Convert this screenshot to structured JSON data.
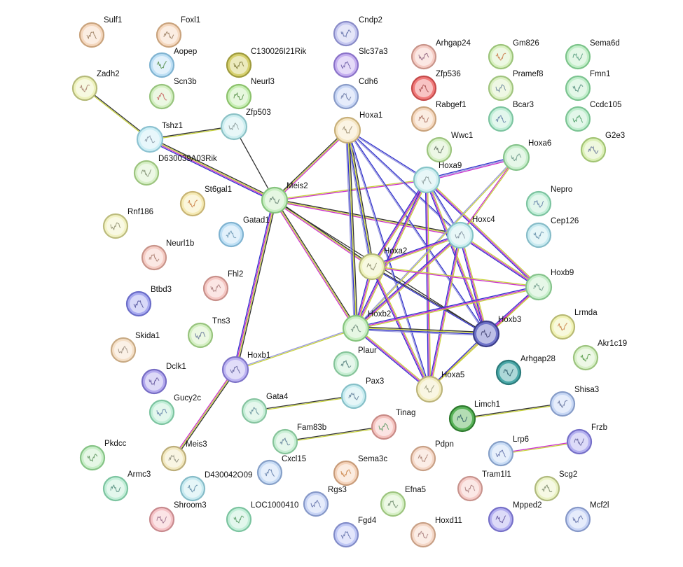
{
  "nodes": [
    {
      "id": "Sulf1",
      "label": "Sulf1",
      "fill": "#f5d8bf",
      "stroke": "#c9a37d",
      "glyph": "#8a6a4a"
    },
    {
      "id": "Foxl1",
      "label": "Foxl1",
      "fill": "#f5d8bf",
      "stroke": "#c9a37d",
      "glyph": "#8a6a4a"
    },
    {
      "id": "Aopep",
      "label": "Aopep",
      "fill": "#bfe0f5",
      "stroke": "#7fb3d1",
      "glyph": "#3a7a2a"
    },
    {
      "id": "C130026I21Rik",
      "label": "C130026I21Rik",
      "fill": "#d6d06e",
      "stroke": "#9e9a3c",
      "glyph": "#6a6420"
    },
    {
      "id": "Scn3b",
      "label": "Scn3b",
      "fill": "#d4efc2",
      "stroke": "#98c47e",
      "glyph": "#c24a4a"
    },
    {
      "id": "Neurl3",
      "label": "Neurl3",
      "fill": "#c7eeb4",
      "stroke": "#8cc26c",
      "glyph": "#3a7a2a"
    },
    {
      "id": "Zadh2",
      "label": "Zadh2",
      "fill": "#eef2bd",
      "stroke": "#b5ba7a",
      "glyph": "#9a6a5a"
    },
    {
      "id": "Zfp503",
      "label": "Zfp503",
      "fill": "#cdeef0",
      "stroke": "#8cc2c6",
      "glyph": "#7a8a8a"
    },
    {
      "id": "Tshz1",
      "label": "Tshz1",
      "fill": "#cdeef5",
      "stroke": "#8cc2d1",
      "glyph": "#7a8a9a"
    },
    {
      "id": "D630039A03Rik",
      "label": "D630039A03Rik",
      "fill": "#d8f0c8",
      "stroke": "#9cc47e",
      "glyph": "#6a7a5a"
    },
    {
      "id": "Cndp2",
      "label": "Cndp2",
      "fill": "#c6c8f0",
      "stroke": "#8a8cc8",
      "glyph": "#4a5a9a"
    },
    {
      "id": "Slc37a3",
      "label": "Slc37a3",
      "fill": "#c6b0f0",
      "stroke": "#8a72c8",
      "glyph": "#5a4a9a"
    },
    {
      "id": "Cdh6",
      "label": "Cdh6",
      "fill": "#c8d6f5",
      "stroke": "#8a9cc8",
      "glyph": "#5a6a9a"
    },
    {
      "id": "Hoxa1",
      "label": "Hoxa1",
      "fill": "#f5e6c4",
      "stroke": "#c8b07a",
      "glyph": "#8a7a5a"
    },
    {
      "id": "Arhgap24",
      "label": "Arhgap24",
      "fill": "#f5ccc4",
      "stroke": "#c8948a",
      "glyph": "#7a4a6a"
    },
    {
      "id": "Zfp536",
      "label": "Zfp536",
      "fill": "#f07a7a",
      "stroke": "#c44a4a",
      "glyph": "#9a3a3a"
    },
    {
      "id": "Rabgef1",
      "label": "Rabgef1",
      "fill": "#f5d8bf",
      "stroke": "#c9a37d",
      "glyph": "#9a5a4a"
    },
    {
      "id": "Gm826",
      "label": "Gm826",
      "fill": "#d8f0c0",
      "stroke": "#9cc47a",
      "glyph": "#c2602a"
    },
    {
      "id": "Pramef8",
      "label": "Pramef8",
      "fill": "#dcf0c4",
      "stroke": "#a0c47e",
      "glyph": "#4a6a8a"
    },
    {
      "id": "Bcar3",
      "label": "Bcar3",
      "fill": "#c2eed8",
      "stroke": "#7cc4a0",
      "glyph": "#4a6a9a"
    },
    {
      "id": "Sema6d",
      "label": "Sema6d",
      "fill": "#c2eec8",
      "stroke": "#7cc48a",
      "glyph": "#3a8a6a"
    },
    {
      "id": "Fmn1",
      "label": "Fmn1",
      "fill": "#c2eecc",
      "stroke": "#7cc490",
      "glyph": "#3a7a6a"
    },
    {
      "id": "Ccdc105",
      "label": "Ccdc105",
      "fill": "#c2eed0",
      "stroke": "#7cc494",
      "glyph": "#2a8a4a"
    },
    {
      "id": "G2e3",
      "label": "G2e3",
      "fill": "#dcf0b8",
      "stroke": "#a2c474",
      "glyph": "#4a5a8a"
    },
    {
      "id": "Wwc1",
      "label": "Wwc1",
      "fill": "#d8f0c8",
      "stroke": "#9cc47e",
      "glyph": "#4a5a4a"
    },
    {
      "id": "Hoxa6",
      "label": "Hoxa6",
      "fill": "#c8eecc",
      "stroke": "#86c48c",
      "glyph": "#5a8a7a"
    },
    {
      "id": "Hoxa9",
      "label": "Hoxa9",
      "fill": "#cdeef0",
      "stroke": "#86c4c8",
      "glyph": "#7a8a8a"
    },
    {
      "id": "Meis2",
      "label": "Meis2",
      "fill": "#c8eec2",
      "stroke": "#86c47e",
      "glyph": "#4a6a5a"
    },
    {
      "id": "St6gal1",
      "label": "St6gal1",
      "fill": "#f5eab4",
      "stroke": "#c8b474",
      "glyph": "#c26a2a"
    },
    {
      "id": "Rnf186",
      "label": "Rnf186",
      "fill": "#f2f2c4",
      "stroke": "#bcbc7e",
      "glyph": "#7a7a5a"
    },
    {
      "id": "Gatad1",
      "label": "Gatad1",
      "fill": "#bfe0f5",
      "stroke": "#7fb3d1",
      "glyph": "#5a8aaa"
    },
    {
      "id": "Nepro",
      "label": "Nepro",
      "fill": "#c2eed8",
      "stroke": "#7cc4a0",
      "glyph": "#4a6a9a"
    },
    {
      "id": "Cep126",
      "label": "Cep126",
      "fill": "#c8eaf0",
      "stroke": "#86bcc8",
      "glyph": "#4a7a9a"
    },
    {
      "id": "Hoxc4",
      "label": "Hoxc4",
      "fill": "#cdeef0",
      "stroke": "#86c4c8",
      "glyph": "#6a7a8a"
    },
    {
      "id": "Neurl1b",
      "label": "Neurl1b",
      "fill": "#f5ccc4",
      "stroke": "#c8948a",
      "glyph": "#9a6a5a"
    },
    {
      "id": "Hoxa2",
      "label": "Hoxa2",
      "fill": "#eef2bd",
      "stroke": "#b5ba7a",
      "glyph": "#7a7a5a"
    },
    {
      "id": "Fhl2",
      "label": "Fhl2",
      "fill": "#f5c8c4",
      "stroke": "#c8908a",
      "glyph": "#9a6a6a"
    },
    {
      "id": "Btbd3",
      "label": "Btbd3",
      "fill": "#a8aaf0",
      "stroke": "#6a6cc8",
      "glyph": "#3a3a8a"
    },
    {
      "id": "Hoxb9",
      "label": "Hoxb9",
      "fill": "#c8eecc",
      "stroke": "#86c48c",
      "glyph": "#5a8a7a"
    },
    {
      "id": "Lrmda",
      "label": "Lrmda",
      "fill": "#f0f2b4",
      "stroke": "#b8ba74",
      "glyph": "#c26a2a"
    },
    {
      "id": "Tns3",
      "label": "Tns3",
      "fill": "#d4efc2",
      "stroke": "#98c47e",
      "glyph": "#4a5a8a"
    },
    {
      "id": "Hoxb2",
      "label": "Hoxb2",
      "fill": "#c8eec2",
      "stroke": "#86c47e",
      "glyph": "#5a7a6a"
    },
    {
      "id": "Hoxb3",
      "label": "Hoxb3",
      "fill": "#6e72c8",
      "stroke": "#3c3e8a",
      "glyph": "#2a2a5a"
    },
    {
      "id": "Akr1c19",
      "label": "Akr1c19",
      "fill": "#d8f0c8",
      "stroke": "#9cc47e",
      "glyph": "#3a8a2a"
    },
    {
      "id": "Skida1",
      "label": "Skida1",
      "fill": "#f5e0c8",
      "stroke": "#c8aa84",
      "glyph": "#8a7a6a"
    },
    {
      "id": "Plaur",
      "label": "Plaur",
      "fill": "#c8eed4",
      "stroke": "#86c49a",
      "glyph": "#3a6a6a"
    },
    {
      "id": "Arhgap28",
      "label": "Arhgap28",
      "fill": "#4aa8a8",
      "stroke": "#2a7a7a",
      "glyph": "#1a4a5a"
    },
    {
      "id": "Dclk1",
      "label": "Dclk1",
      "fill": "#b4aaee",
      "stroke": "#766cc4",
      "glyph": "#4a3a8a"
    },
    {
      "id": "Hoxb1",
      "label": "Hoxb1",
      "fill": "#bdb4f2",
      "stroke": "#7e74c8",
      "glyph": "#4a4a8a"
    },
    {
      "id": "Pax3",
      "label": "Pax3",
      "fill": "#c8ecf0",
      "stroke": "#86c0c8",
      "glyph": "#4a6a8a"
    },
    {
      "id": "Hoxa5",
      "label": "Hoxa5",
      "fill": "#f2ecc0",
      "stroke": "#bcb47a",
      "glyph": "#8a8a6a"
    },
    {
      "id": "Gucy2c",
      "label": "Gucy2c",
      "fill": "#c2eed8",
      "stroke": "#7cc4a0",
      "glyph": "#4a6a9a"
    },
    {
      "id": "Gata4",
      "label": "Gata4",
      "fill": "#c8eed8",
      "stroke": "#86c4a0",
      "glyph": "#4a7a8a"
    },
    {
      "id": "Limch1",
      "label": "Limch1",
      "fill": "#5ab45a",
      "stroke": "#2e7a2e",
      "glyph": "#1a4a5a"
    },
    {
      "id": "Shisa3",
      "label": "Shisa3",
      "fill": "#c8d8f5",
      "stroke": "#869cc8",
      "glyph": "#4a5a8a"
    },
    {
      "id": "Tinag",
      "label": "Tinag",
      "fill": "#f5c4c0",
      "stroke": "#c88a86",
      "glyph": "#3a8a4a"
    },
    {
      "id": "Fam83b",
      "label": "Fam83b",
      "fill": "#c8eed4",
      "stroke": "#86c49a",
      "glyph": "#4a6a8a"
    },
    {
      "id": "Frzb",
      "label": "Frzb",
      "fill": "#b4b0f0",
      "stroke": "#7670c8",
      "glyph": "#4a4a8a"
    },
    {
      "id": "Pkdcc",
      "label": "Pkdcc",
      "fill": "#c8eec8",
      "stroke": "#86c486",
      "glyph": "#3a7a3a"
    },
    {
      "id": "Lrp6",
      "label": "Lrp6",
      "fill": "#c8dcf5",
      "stroke": "#86a0c8",
      "glyph": "#4a5a9a"
    },
    {
      "id": "Meis3",
      "label": "Meis3",
      "fill": "#f2e8c0",
      "stroke": "#bcae7a",
      "glyph": "#7a7a6a"
    },
    {
      "id": "Pdpn",
      "label": "Pdpn",
      "fill": "#f5d8c8",
      "stroke": "#c8a086",
      "glyph": "#9a6a5a"
    },
    {
      "id": "Sema3c",
      "label": "Sema3c",
      "fill": "#f5d4bc",
      "stroke": "#c89c7a",
      "glyph": "#c2702a"
    },
    {
      "id": "Cxcl15",
      "label": "Cxcl15",
      "fill": "#c8dcf5",
      "stroke": "#86a0c8",
      "glyph": "#4a6a9a"
    },
    {
      "id": "Armc3",
      "label": "Armc3",
      "fill": "#c2eed8",
      "stroke": "#7cc4a0",
      "glyph": "#3a7a6a"
    },
    {
      "id": "D430042O09",
      "label": "D430042O09",
      "fill": "#c8eaf0",
      "stroke": "#86bcc8",
      "glyph": "#4a7a9a"
    },
    {
      "id": "Tram1l1",
      "label": "Tram1l1",
      "fill": "#f5ccc8",
      "stroke": "#c8948e",
      "glyph": "#9a6a6a"
    },
    {
      "id": "Scg2",
      "label": "Scg2",
      "fill": "#eaf2c4",
      "stroke": "#b0ba7e",
      "glyph": "#6a7a5a"
    },
    {
      "id": "Shroom3",
      "label": "Shroom3",
      "fill": "#f5c4c8",
      "stroke": "#c88a8e",
      "glyph": "#8a5a7a"
    },
    {
      "id": "LOC1000410",
      "label": "LOC1000410",
      "fill": "#c2eed8",
      "stroke": "#7cc4a0",
      "glyph": "#3a8a4a"
    },
    {
      "id": "Rgs3",
      "label": "Rgs3",
      "fill": "#c8d4f5",
      "stroke": "#8698c8",
      "glyph": "#4a5a9a"
    },
    {
      "id": "Efna5",
      "label": "Efna5",
      "fill": "#d8f0c8",
      "stroke": "#9cc47e",
      "glyph": "#5a7a5a"
    },
    {
      "id": "Mpped2",
      "label": "Mpped2",
      "fill": "#b4b0f0",
      "stroke": "#7670c8",
      "glyph": "#4a3a8a"
    },
    {
      "id": "Mcf2l",
      "label": "Mcf2l",
      "fill": "#c8d4f5",
      "stroke": "#8698c8",
      "glyph": "#4a5a9a"
    },
    {
      "id": "Fgd4",
      "label": "Fgd4",
      "fill": "#c0c8f5",
      "stroke": "#828cc8",
      "glyph": "#4a5a9a"
    },
    {
      "id": "Hoxd11",
      "label": "Hoxd11",
      "fill": "#f5d8c8",
      "stroke": "#c8a086",
      "glyph": "#9a6a6a"
    }
  ],
  "edges": [
    {
      "a": "Zadh2",
      "b": "Tshz1",
      "c": [
        "#333333",
        "#c8d23c"
      ]
    },
    {
      "a": "Tshz1",
      "b": "Zfp503",
      "c": [
        "#333333",
        "#c8d23c"
      ]
    },
    {
      "a": "Tshz1",
      "b": "Meis2",
      "c": [
        "#333333",
        "#c8d23c",
        "#cc33cc",
        "#3333cc"
      ]
    },
    {
      "a": "Zfp503",
      "b": "Meis2",
      "c": [
        "#333333"
      ]
    },
    {
      "a": "Meis2",
      "b": "Hoxa1",
      "c": [
        "#333333",
        "#c8d23c",
        "#cc33cc"
      ]
    },
    {
      "a": "Meis2",
      "b": "Hoxa9",
      "c": [
        "#c8d23c",
        "#cc33cc"
      ]
    },
    {
      "a": "Meis2",
      "b": "Hoxc4",
      "c": [
        "#333333",
        "#c8d23c",
        "#cc33cc"
      ]
    },
    {
      "a": "Meis2",
      "b": "Hoxa2",
      "c": [
        "#333333",
        "#c8d23c",
        "#cc33cc"
      ]
    },
    {
      "a": "Meis2",
      "b": "Hoxb2",
      "c": [
        "#333333",
        "#c8d23c",
        "#cc33cc"
      ]
    },
    {
      "a": "Meis2",
      "b": "Hoxb3",
      "c": [
        "#333333"
      ]
    },
    {
      "a": "Meis2",
      "b": "Hoxb1",
      "c": [
        "#333333",
        "#c8d23c",
        "#cc33cc",
        "#3333cc"
      ]
    },
    {
      "a": "Hoxa1",
      "b": "Hoxa9",
      "c": [
        "#3333cc",
        "#9999dd"
      ]
    },
    {
      "a": "Hoxa1",
      "b": "Hoxc4",
      "c": [
        "#3333cc",
        "#9999dd"
      ]
    },
    {
      "a": "Hoxa1",
      "b": "Hoxa2",
      "c": [
        "#333333",
        "#c8d23c",
        "#3333cc",
        "#9999dd"
      ]
    },
    {
      "a": "Hoxa1",
      "b": "Hoxb2",
      "c": [
        "#333333",
        "#c8d23c",
        "#3333cc",
        "#9999dd"
      ]
    },
    {
      "a": "Hoxa1",
      "b": "Hoxb3",
      "c": [
        "#3333cc",
        "#9999dd"
      ]
    },
    {
      "a": "Hoxa1",
      "b": "Hoxa5",
      "c": [
        "#3333cc",
        "#9999dd"
      ]
    },
    {
      "a": "Hoxa9",
      "b": "Hoxa6",
      "c": [
        "#3333cc",
        "#9999dd",
        "#cc33cc"
      ]
    },
    {
      "a": "Hoxa9",
      "b": "Hoxc4",
      "c": [
        "#3333cc",
        "#9999dd"
      ]
    },
    {
      "a": "Hoxa9",
      "b": "Hoxa2",
      "c": [
        "#c8d23c",
        "#cc33cc",
        "#3333cc"
      ]
    },
    {
      "a": "Hoxa9",
      "b": "Hoxb2",
      "c": [
        "#c8d23c",
        "#cc33cc",
        "#3333cc"
      ]
    },
    {
      "a": "Hoxa9",
      "b": "Hoxb3",
      "c": [
        "#c8d23c",
        "#cc33cc",
        "#3333cc"
      ]
    },
    {
      "a": "Hoxa9",
      "b": "Hoxb9",
      "c": [
        "#c8d23c",
        "#cc33cc",
        "#3333cc"
      ]
    },
    {
      "a": "Hoxa9",
      "b": "Hoxa5",
      "c": [
        "#c8d23c",
        "#cc33cc",
        "#3333cc"
      ]
    },
    {
      "a": "Hoxa6",
      "b": "Hoxc4",
      "c": [
        "#c8d23c",
        "#cc33cc"
      ]
    },
    {
      "a": "Hoxa6",
      "b": "Hoxb2",
      "c": [
        "#c8d23c",
        "#9999dd"
      ]
    },
    {
      "a": "Hoxc4",
      "b": "Hoxa2",
      "c": [
        "#c8d23c",
        "#cc33cc",
        "#3333cc"
      ]
    },
    {
      "a": "Hoxc4",
      "b": "Hoxb2",
      "c": [
        "#c8d23c",
        "#cc33cc",
        "#3333cc"
      ]
    },
    {
      "a": "Hoxc4",
      "b": "Hoxb9",
      "c": [
        "#c8d23c",
        "#cc33cc",
        "#3333cc"
      ]
    },
    {
      "a": "Hoxc4",
      "b": "Hoxb3",
      "c": [
        "#c8d23c",
        "#cc33cc",
        "#3333cc"
      ]
    },
    {
      "a": "Hoxc4",
      "b": "Hoxa5",
      "c": [
        "#c8d23c",
        "#cc33cc",
        "#3333cc"
      ]
    },
    {
      "a": "Hoxa2",
      "b": "Hoxb2",
      "c": [
        "#c8d23c",
        "#cc33cc",
        "#3333cc"
      ]
    },
    {
      "a": "Hoxa2",
      "b": "Hoxb3",
      "c": [
        "#333333",
        "#3333cc"
      ]
    },
    {
      "a": "Hoxa2",
      "b": "Hoxa5",
      "c": [
        "#c8d23c",
        "#cc33cc",
        "#3333cc"
      ]
    },
    {
      "a": "Hoxa2",
      "b": "Hoxb9",
      "c": [
        "#c8d23c",
        "#cc33cc"
      ]
    },
    {
      "a": "Hoxb9",
      "b": "Hoxb2",
      "c": [
        "#c8d23c",
        "#cc33cc",
        "#3333cc"
      ]
    },
    {
      "a": "Hoxb9",
      "b": "Hoxb3",
      "c": [
        "#c8d23c",
        "#cc33cc",
        "#3333cc"
      ]
    },
    {
      "a": "Hoxb9",
      "b": "Hoxa5",
      "c": [
        "#c8d23c",
        "#cc33cc"
      ]
    },
    {
      "a": "Hoxb2",
      "b": "Hoxb3",
      "c": [
        "#333333",
        "#c8d23c",
        "#3333cc",
        "#9999dd"
      ]
    },
    {
      "a": "Hoxb2",
      "b": "Hoxa5",
      "c": [
        "#c8d23c",
        "#cc33cc",
        "#3333cc"
      ]
    },
    {
      "a": "Hoxb2",
      "b": "Hoxb1",
      "c": [
        "#c8d23c",
        "#9999dd"
      ]
    },
    {
      "a": "Hoxb3",
      "b": "Hoxa5",
      "c": [
        "#c8d23c",
        "#3333cc"
      ]
    },
    {
      "a": "Hoxb1",
      "b": "Meis3",
      "c": [
        "#333333",
        "#c8d23c",
        "#cc33cc"
      ]
    },
    {
      "a": "Gata4",
      "b": "Pax3",
      "c": [
        "#333333",
        "#c8d23c"
      ]
    },
    {
      "a": "Fam83b",
      "b": "Tinag",
      "c": [
        "#333333",
        "#c8d23c"
      ]
    },
    {
      "a": "Limch1",
      "b": "Shisa3",
      "c": [
        "#333333",
        "#c8d23c"
      ]
    },
    {
      "a": "Lrp6",
      "b": "Frzb",
      "c": [
        "#cc33cc",
        "#c8d23c"
      ]
    }
  ]
}
